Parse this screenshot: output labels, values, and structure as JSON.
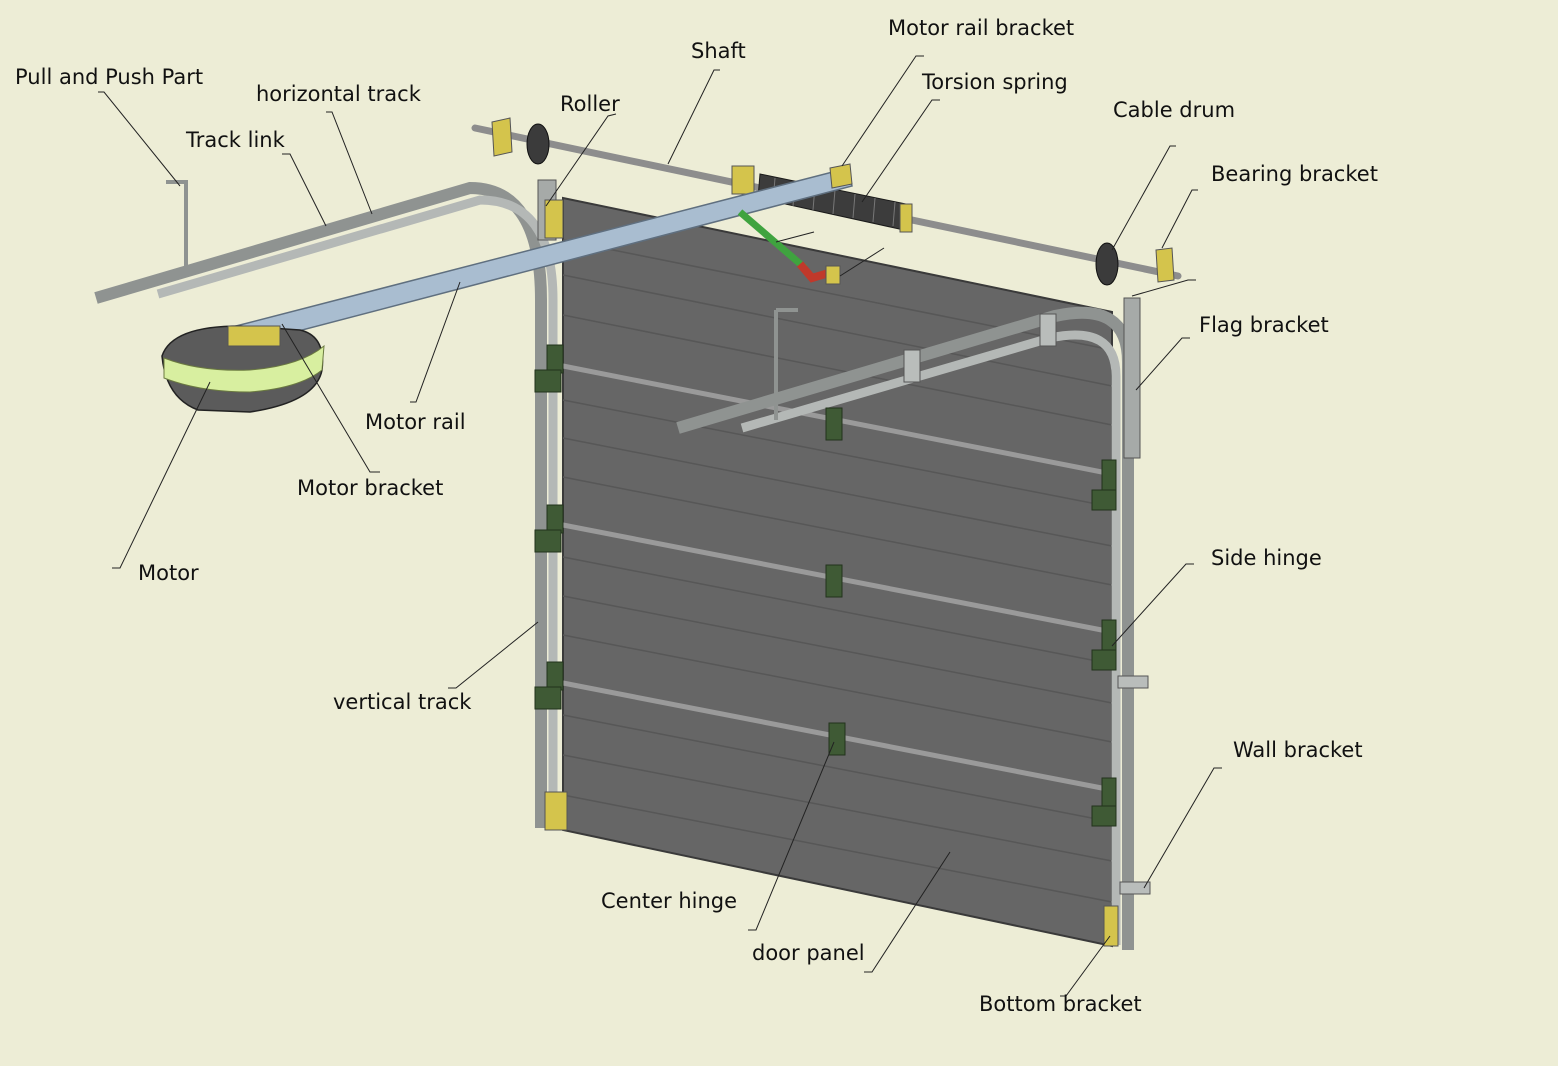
{
  "labels": {
    "pull_and_push_part": "Pull and Push Part",
    "horizontal_track": "horizontal track",
    "track_link": "Track link",
    "roller": "Roller",
    "shaft": "Shaft",
    "motor_rail_bracket": "Motor rail bracket",
    "torsion_spring": "Torsion spring",
    "cable_drum": "Cable drum",
    "bearing_bracket": "Bearing bracket",
    "flag_bracket": "Flag bracket",
    "motor_rail": "Motor rail",
    "motor_bracket": "Motor bracket",
    "motor": "Motor",
    "side_hinge": "Side hinge",
    "vertical_track": "vertical track",
    "wall_bracket": "Wall bracket",
    "center_hinge": "Center hinge",
    "door_panel": "door panel",
    "bottom_bracket": "Bottom bracket"
  },
  "colors": {
    "background": "#ededd6",
    "door_panel": "#666666",
    "track": "#a6aaa8",
    "motor_rail": "#a9bdd0",
    "bracket": "#d4c44c",
    "hinge": "#3f5a35",
    "spring": "#3c3c3c",
    "arm_green": "#3fa33f",
    "arm_red": "#c0392b",
    "motor_band": "#d8efa0"
  }
}
